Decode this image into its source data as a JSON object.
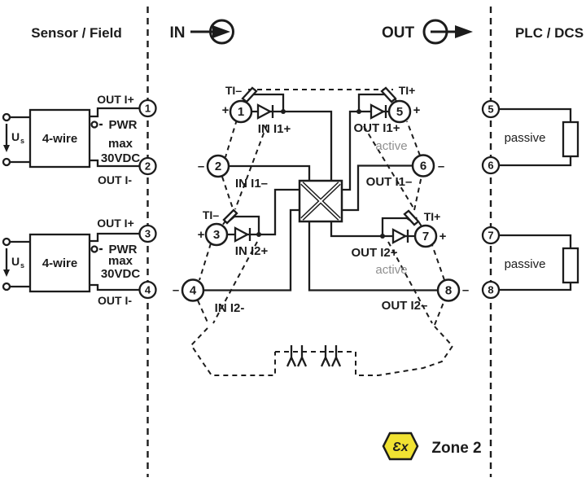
{
  "colors": {
    "line": "#1c1c1c",
    "muted": "#8f8f8f",
    "ex_yellow": "#f0e232"
  },
  "header": {
    "sensor_field": "Sensor / Field",
    "in": "IN",
    "out": "OUT",
    "plc_dcs": "PLC / DCS"
  },
  "signs": {
    "plus": "+",
    "minus": "–"
  },
  "field_units": [
    {
      "supply": "U",
      "supply_sub": "s",
      "device": "4-wire",
      "out_plus": "OUT I+",
      "pwr": "PWR",
      "max": "max",
      "voltage": "30VDC",
      "out_minus": "OUT I-",
      "terminal_top": "1",
      "terminal_bottom": "2"
    },
    {
      "supply": "U",
      "supply_sub": "s",
      "device": "4-wire",
      "out_plus": "OUT I+",
      "pwr": "PWR",
      "max": "max",
      "voltage": "30VDC",
      "out_minus": "OUT I-",
      "terminal_top": "3",
      "terminal_bottom": "4"
    }
  ],
  "module": {
    "channels": [
      {
        "ti_in": "TI–",
        "ti_out": "TI+",
        "in_plus": "IN I1+",
        "in_minus": "IN I1–",
        "out_plus": "OUT I1+",
        "out_minus": "OUT I1–",
        "active": "active",
        "t_in_plus": "1",
        "t_in_minus": "2",
        "t_out_plus": "5",
        "t_out_minus": "6"
      },
      {
        "ti_in": "TI–",
        "ti_out": "TI+",
        "in_plus": "IN I2+",
        "in_minus": "IN I2-",
        "out_plus": "OUT I2+",
        "out_minus": "OUT I2–",
        "active": "active",
        "t_in_plus": "3",
        "t_in_minus": "4",
        "t_out_plus": "7",
        "t_out_minus": "8"
      }
    ]
  },
  "plc_units": [
    {
      "terminal_top": "5",
      "terminal_bottom": "6",
      "label": "passive"
    },
    {
      "terminal_top": "7",
      "terminal_bottom": "8",
      "label": "passive"
    }
  ],
  "footer": {
    "ex": "Ɛx",
    "zone": "Zone 2"
  }
}
